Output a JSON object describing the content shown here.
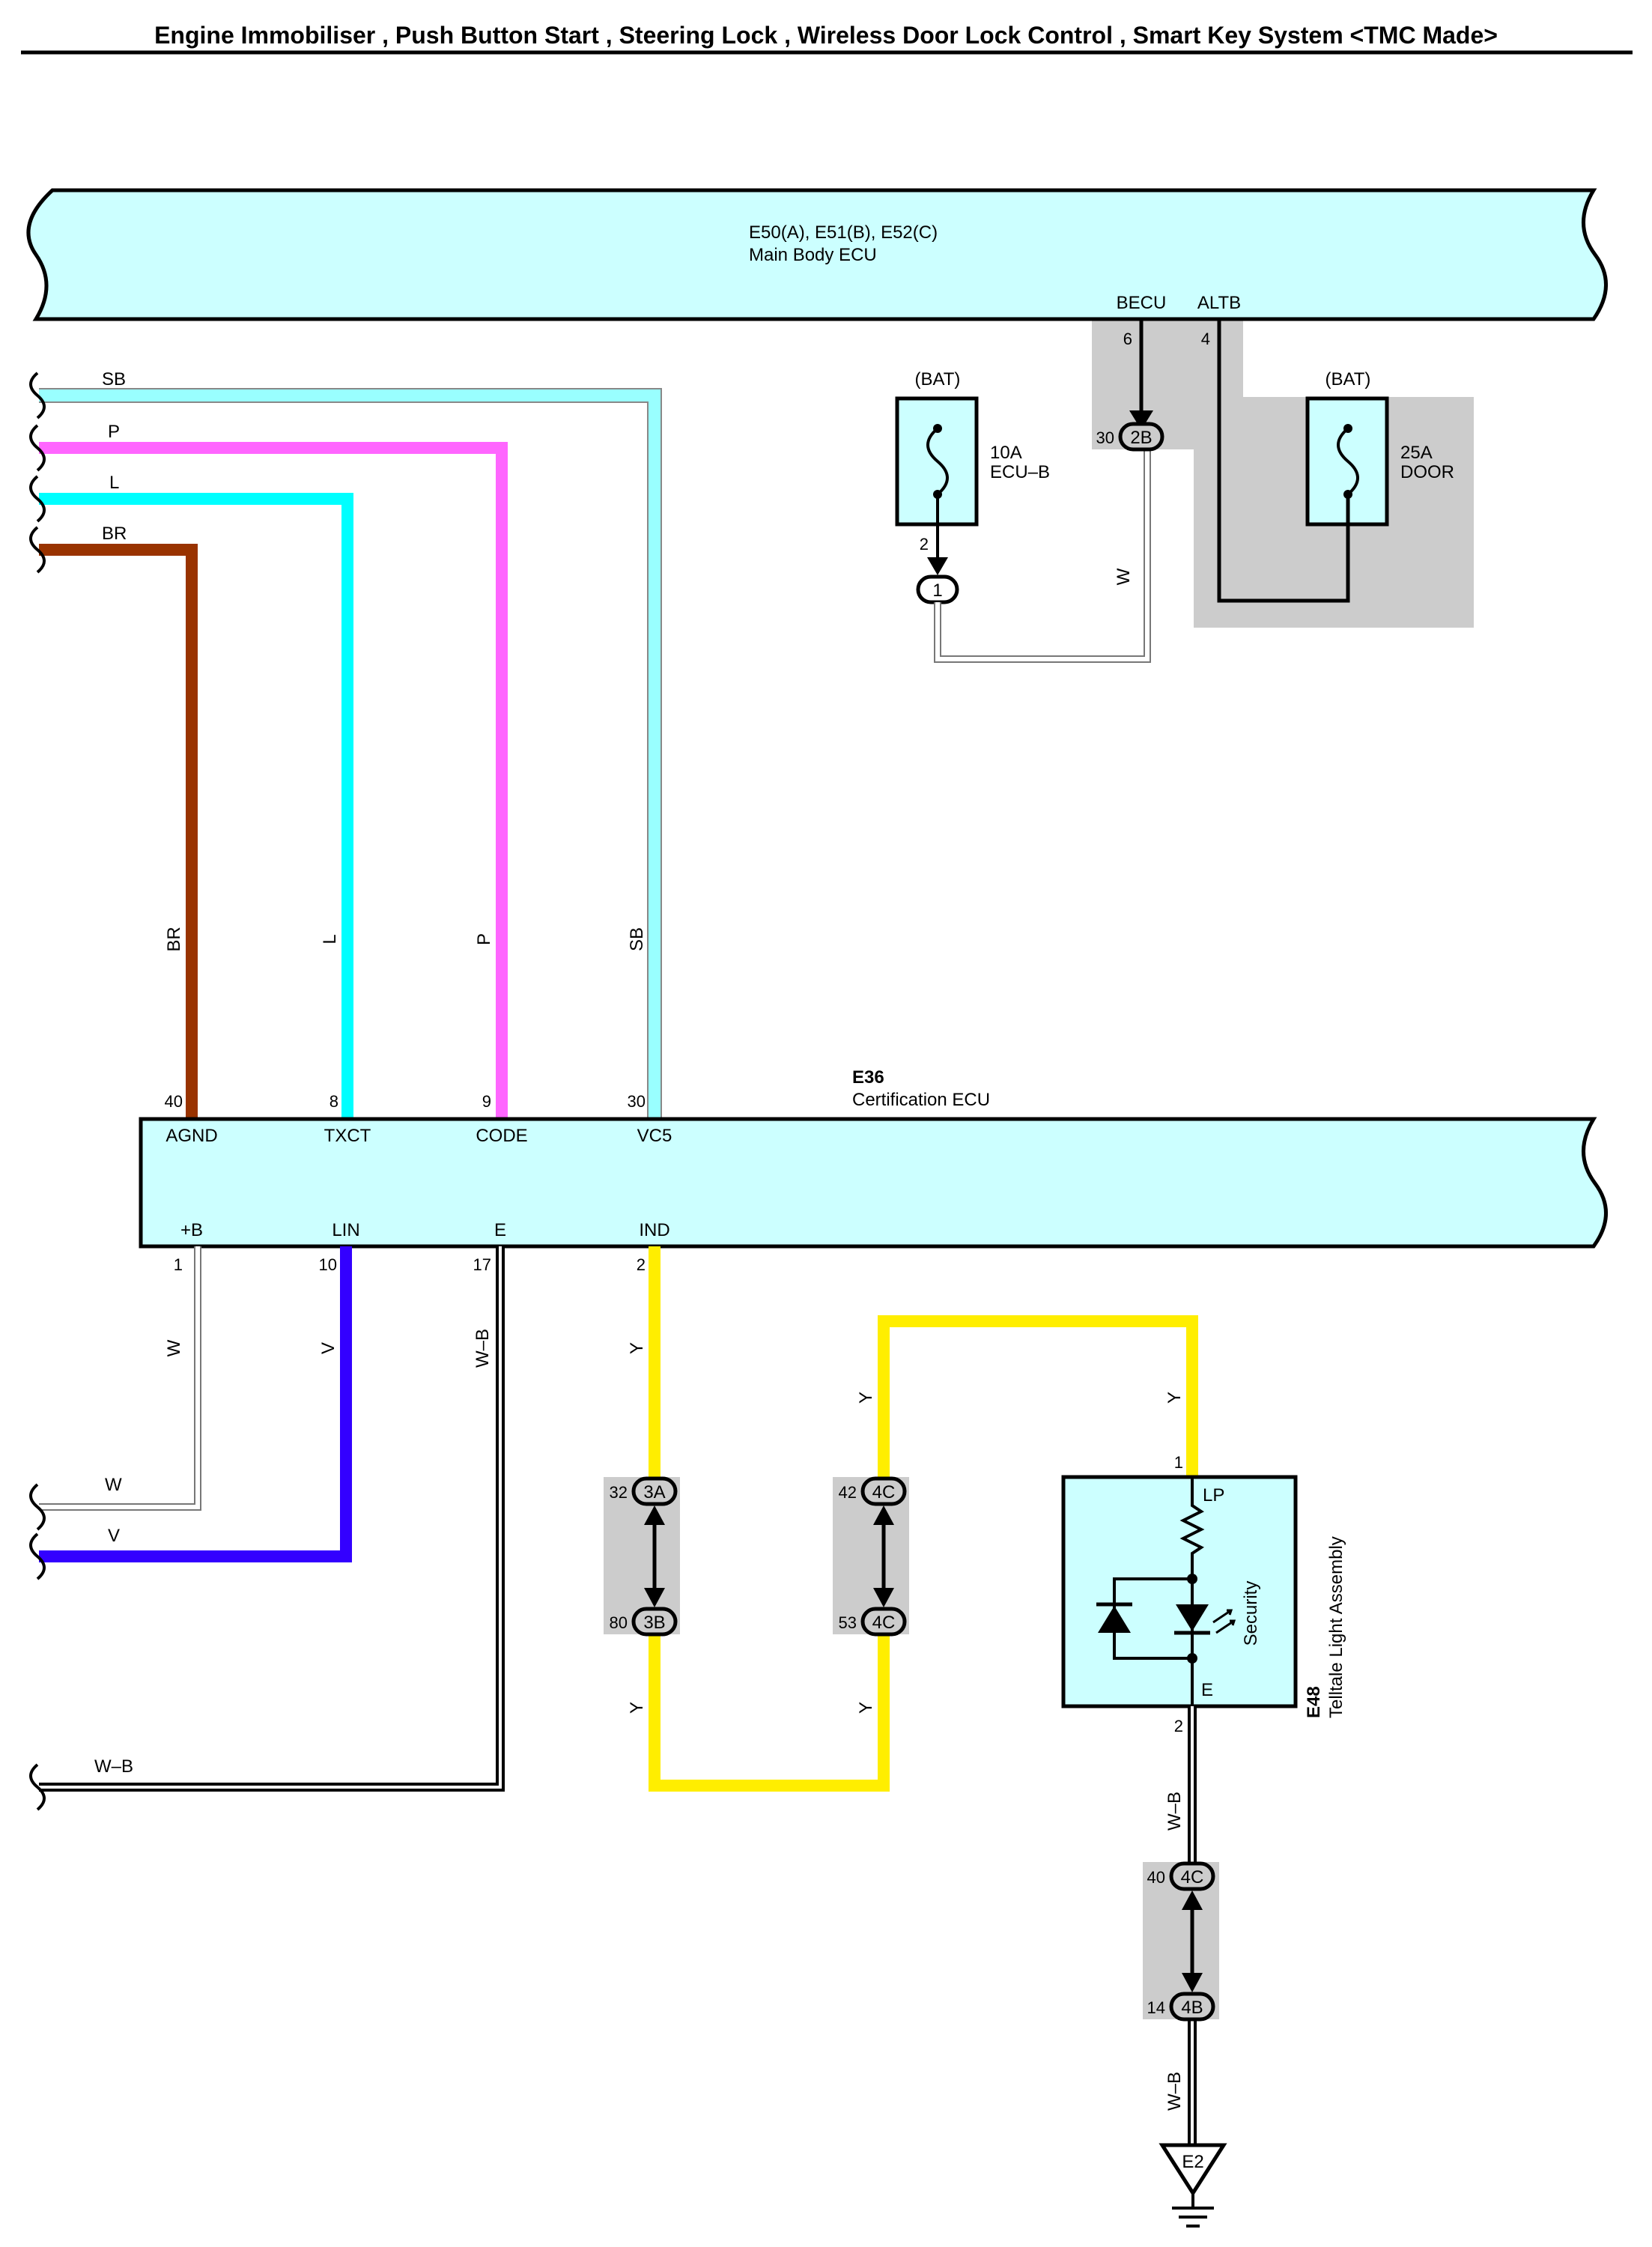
{
  "title": "Engine Immobiliser , Push Button Start , Steering Lock , Wireless Door Lock Control , Smart Key System <TMC Made>",
  "colors": {
    "component_fill": "#ccffff",
    "splice_fill": "#cccccc",
    "SB": "#99ffff",
    "P": "#ff66ff",
    "L": "#00ffff",
    "BR": "#993300",
    "V": "#3300ff",
    "Y": "#ffee00",
    "W": "#ffffff",
    "B": "#000000"
  },
  "main_body_ecu": {
    "code": "E50(A), E51(B), E52(C)",
    "name": "Main Body ECU",
    "pins": [
      {
        "label": "BECU",
        "number": "6"
      },
      {
        "label": "ALTB",
        "number": "4"
      }
    ]
  },
  "fuse_ecu_b": {
    "source": "(BAT)",
    "rating": "10A",
    "name": "ECU–B",
    "pin": "2",
    "connector": "1"
  },
  "fuse_door": {
    "source": "(BAT)",
    "rating": "25A",
    "name": "DOOR"
  },
  "junction_2b": {
    "pin": "30",
    "connector": "2B"
  },
  "certification_ecu": {
    "code": "E36",
    "name": "Certification ECU",
    "top_pins": [
      {
        "number": "40",
        "label": "AGND",
        "wire": "BR"
      },
      {
        "number": "8",
        "label": "TXCT",
        "wire": "L"
      },
      {
        "number": "9",
        "label": "CODE",
        "wire": "P"
      },
      {
        "number": "30",
        "label": "VC5",
        "wire": "SB"
      }
    ],
    "bottom_pins": [
      {
        "number": "1",
        "label": "+B",
        "wire": "W"
      },
      {
        "number": "10",
        "label": "LIN",
        "wire": "V"
      },
      {
        "number": "17",
        "label": "E",
        "wire": "W–B"
      },
      {
        "number": "2",
        "label": "IND",
        "wire": "Y"
      }
    ]
  },
  "left_wires_top": [
    "SB",
    "P",
    "L",
    "BR"
  ],
  "left_wires_bottom": [
    "W",
    "V",
    "W–B"
  ],
  "ecu_b_wire": "W",
  "splices": [
    {
      "top_pin": "32",
      "top_conn": "3A",
      "bottom_pin": "80",
      "bottom_conn": "3B"
    },
    {
      "top_pin": "42",
      "top_conn": "4C",
      "bottom_pin": "53",
      "bottom_conn": "4C"
    },
    {
      "top_pin": "40",
      "top_conn": "4C",
      "bottom_pin": "14",
      "bottom_conn": "4B"
    }
  ],
  "indicator_wire": "Y",
  "telltale": {
    "code": "E48",
    "name": "Telltale Light Assembly",
    "pin_lp_number": "1",
    "pin_lp": "LP",
    "pin_e": "E",
    "pin_e_number": "2",
    "lamp_label": "Security"
  },
  "ground_wire": "W–B",
  "ground": "E2"
}
